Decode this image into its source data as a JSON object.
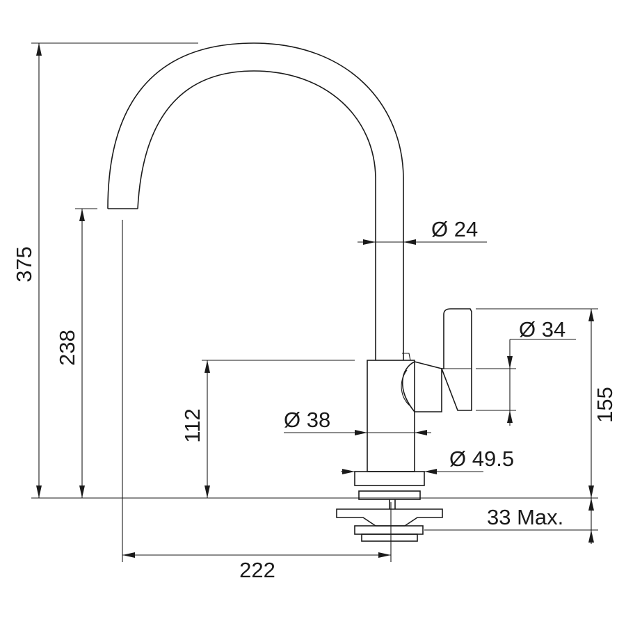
{
  "dimensions": {
    "overall_height": "375",
    "spout_outlet_height": "238",
    "body_height": "112",
    "spout_tube_diameter": "Ø 24",
    "handle_diameter": "Ø 34",
    "handle_height": "155",
    "body_diameter": "Ø 38",
    "base_diameter": "Ø 49.5",
    "max_counter_thickness": "33 Max.",
    "spout_reach": "222"
  },
  "colors": {
    "line": "#1a1a1a",
    "background": "#ffffff"
  }
}
